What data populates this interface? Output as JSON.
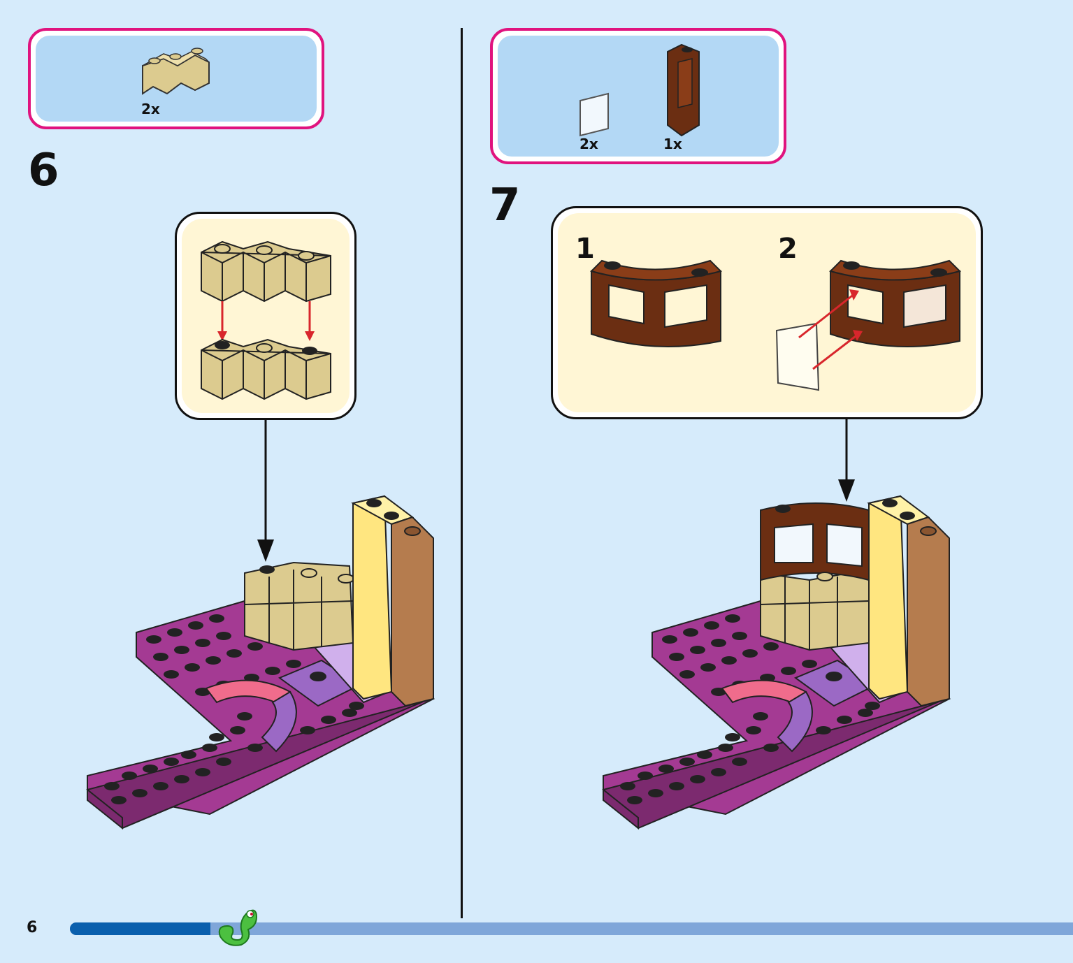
{
  "page": {
    "number": "6"
  },
  "steps": [
    {
      "number": "6",
      "parts": [
        {
          "name": "tan-corner-brick",
          "qty": "2x",
          "color": "#dccb8f"
        }
      ]
    },
    {
      "number": "7",
      "parts": [
        {
          "name": "transparent-window-pane",
          "qty": "2x",
          "color": "#f2f8fd"
        },
        {
          "name": "brown-curved-window-frame",
          "qty": "1x",
          "color": "#6b2e12"
        }
      ],
      "substeps": [
        {
          "number": "1"
        },
        {
          "number": "2"
        }
      ]
    }
  ],
  "colors": {
    "background": "#d6ebfb",
    "parts_border": "#e0137e",
    "parts_fill": "#b3d8f5",
    "callout_fill": "#fff6d5",
    "plate_magenta": "#a43a93",
    "tan": "#dccb8f",
    "brown": "#6b2e12",
    "yellow": "#ffe680",
    "lavender": "#c89ee0",
    "pink": "#f06c8c",
    "arrow_red": "#d8262c",
    "progress_done": "#0a5fad",
    "progress_todo": "#7fa6d9",
    "mascot_green": "#4cc040"
  },
  "progress": {
    "fraction": 0.14
  },
  "icons": [
    "chameleon-mascot-icon",
    "down-arrow-icon",
    "red-assembly-arrow-icon"
  ]
}
